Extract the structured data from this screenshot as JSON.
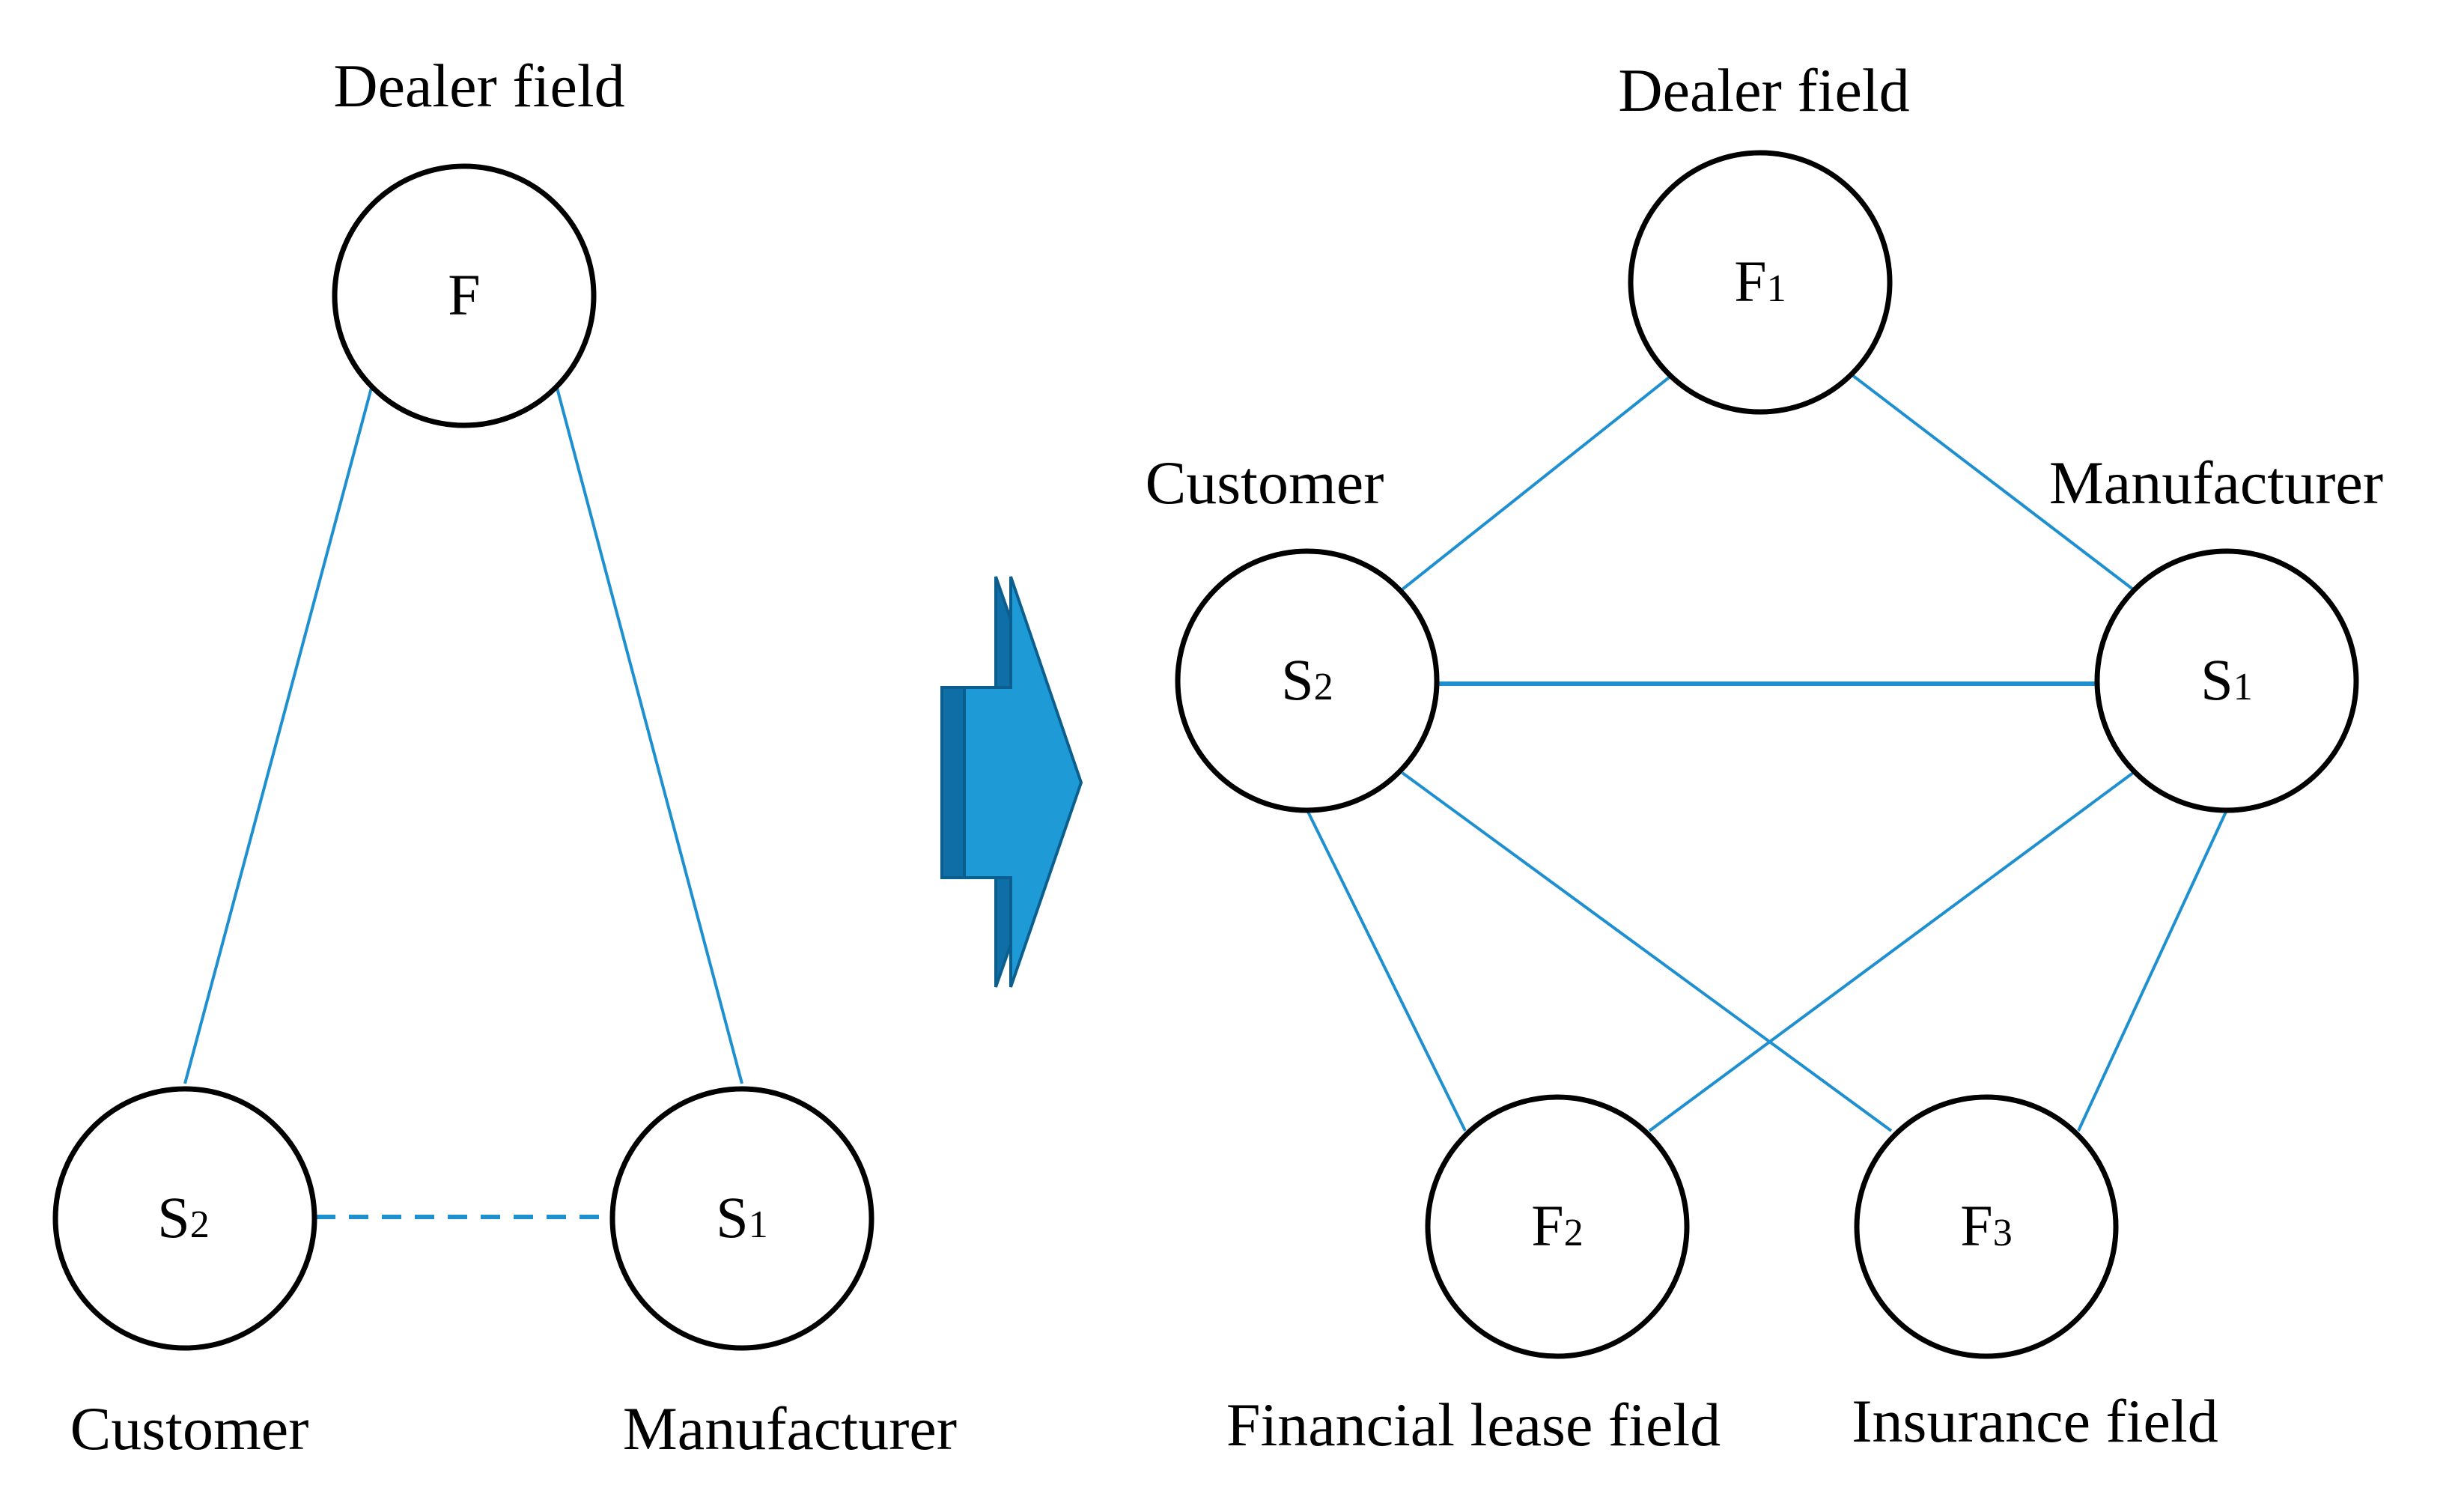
{
  "left": {
    "labels": {
      "dealer": "Dealer field",
      "customer": "Customer",
      "manufacturer": "Manufacturer"
    },
    "nodes": {
      "f": {
        "main": "F",
        "sub": ""
      },
      "s2": {
        "main": "S",
        "sub": "2"
      },
      "s1": {
        "main": "S",
        "sub": "1"
      }
    }
  },
  "right": {
    "labels": {
      "dealer": "Dealer field",
      "customer": "Customer",
      "manufacturer": "Manufacturer",
      "financial_lease": "Financial lease field",
      "insurance": "Insurance field"
    },
    "nodes": {
      "f1": {
        "main": "F",
        "sub": "1"
      },
      "s2": {
        "main": "S",
        "sub": "2"
      },
      "s1": {
        "main": "S",
        "sub": "1"
      },
      "f2": {
        "main": "F",
        "sub": "2"
      },
      "f3": {
        "main": "F",
        "sub": "3"
      }
    }
  },
  "colors": {
    "edge": "#1e90d0",
    "arrow_face": "#1e9bd7",
    "arrow_shadow": "#0e6ea5",
    "arrow_outline": "#0a5f8f",
    "node_stroke": "#000000"
  }
}
